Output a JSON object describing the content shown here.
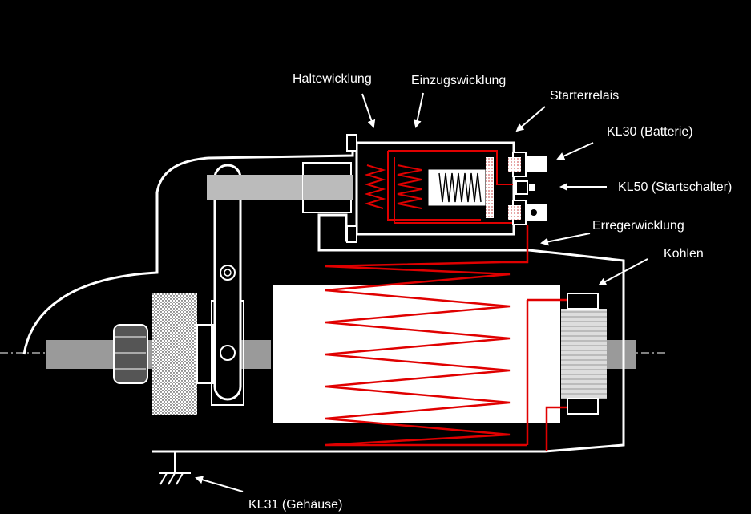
{
  "labels": {
    "haltewicklung": "Haltewicklung",
    "einzugswicklung": "Einzugswicklung",
    "starterrelais": "Starterrelais",
    "kl30": "KL30 (Batterie)",
    "kl50": "KL50 (Startschalter)",
    "erregerwicklung": "Erregerwicklung",
    "kohlen": "Kohlen",
    "kl31": "KL31 (Gehäuse)"
  },
  "colors": {
    "background": "#000000",
    "line": "#ffffff",
    "winding": "#e00000",
    "shaft": "#9a9a9a",
    "rotor": "#ffffff",
    "pinion": "#555555"
  }
}
